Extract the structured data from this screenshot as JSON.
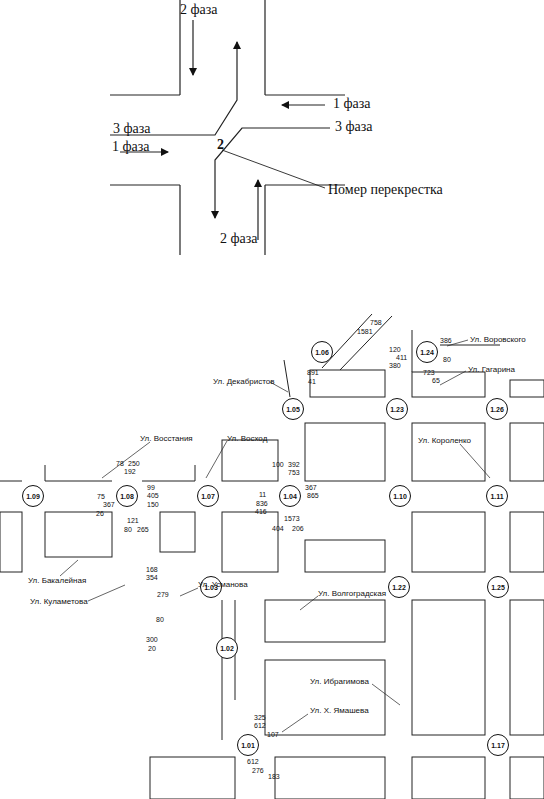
{
  "diagram": {
    "nodes": [
      {
        "text": [
          "1.06"
        ]
      },
      {
        "text": [
          "1.24"
        ]
      },
      {
        "text": [
          "1.05"
        ]
      },
      {
        "text": [
          "1.23"
        ]
      },
      {
        "text": [
          "1.26"
        ]
      },
      {
        "text": [
          "1.09"
        ]
      },
      {
        "text": [
          "1.08"
        ]
      },
      {
        "text": [
          "1.07"
        ]
      },
      {
        "text": [
          "1.04"
        ]
      },
      {
        "text": [
          "1.10"
        ]
      },
      {
        "text": [
          "1.11"
        ]
      },
      {
        "text": [
          "1.03"
        ]
      },
      {
        "text": [
          "1.22"
        ]
      },
      {
        "text": [
          "1.25"
        ]
      },
      {
        "text": [
          "1.02"
        ]
      },
      {
        "text": [
          "1.01"
        ]
      },
      {
        "text": [
          "1.17"
        ]
      }
    ],
    "labels": [
      "2 фаза",
      "1 фаза",
      "3 фаза",
      "3 фаза",
      "1 фаза",
      "2",
      "Номер перекрестка",
      "2 фаза",
      "758",
      "1581",
      "120",
      "386",
      "411",
      "80",
      "380",
      "891",
      "723",
      "41",
      "65",
      "Ул. Воровского",
      "Ул. Декабристов",
      "Ул. Гагарина",
      "Ул. Восстания",
      "Ул. Восход",
      "Ул. Короленко",
      "78",
      "250",
      "192",
      "100",
      "392",
      "753",
      "99",
      "367",
      "75",
      "405",
      "11",
      "865",
      "367",
      "150",
      "836",
      "26",
      "416",
      "121",
      "1573",
      "80",
      "265",
      "404",
      "206",
      "168",
      "354",
      "279",
      "Ул. Усманова",
      "Ул. Бакалейная",
      "Ул. Волгоградская",
      "Ул. Куламетова",
      "80",
      "300",
      "20",
      "Ул. Ибрагимова",
      "Ул. Х. Ямашева",
      "325",
      "612",
      "107",
      "612",
      "183",
      "276"
    ]
  }
}
